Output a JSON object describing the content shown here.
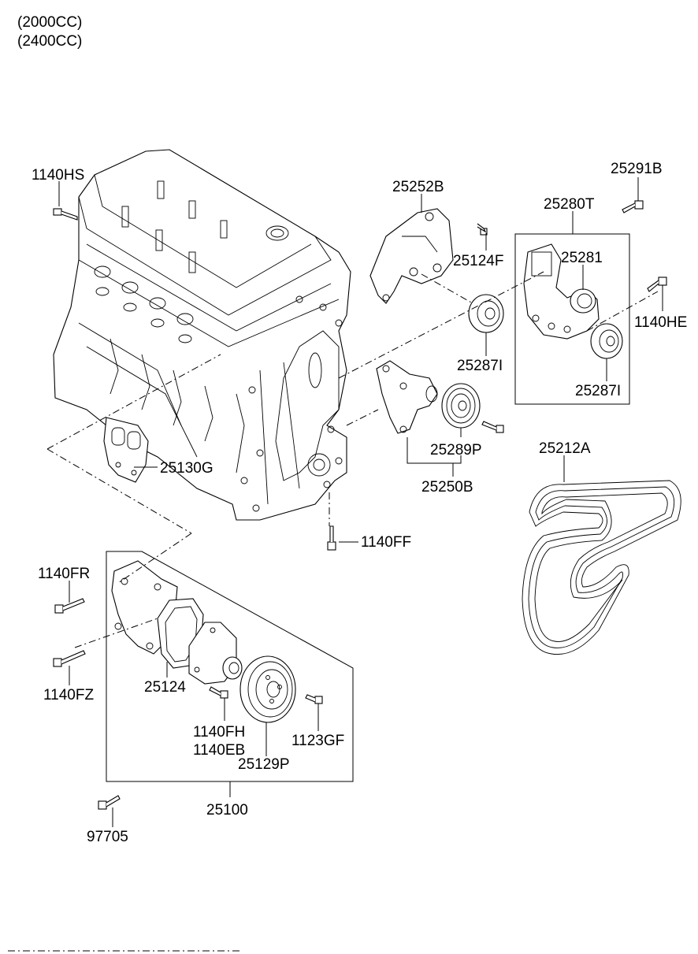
{
  "header": {
    "variant_1": "(2000CC)",
    "variant_2": "(2400CC)"
  },
  "labels": {
    "p1140HS": "1140HS",
    "p25252B": "25252B",
    "p25291B": "25291B",
    "p25280T": "25280T",
    "p25124F": "25124F",
    "p25281": "25281",
    "p1140HE": "1140HE",
    "p25287I_a": "25287I",
    "p25287I_b": "25287I",
    "p25289P": "25289P",
    "p25250B": "25250B",
    "p25130G": "25130G",
    "p25212A": "25212A",
    "p1140FF": "1140FF",
    "p1140FR": "1140FR",
    "p1140FZ": "1140FZ",
    "p25124": "25124",
    "p1140FH": "1140FH",
    "p1140EB": "1140EB",
    "p1123GF": "1123GF",
    "p25129P": "25129P",
    "p25100": "25100",
    "p97705": "97705"
  }
}
